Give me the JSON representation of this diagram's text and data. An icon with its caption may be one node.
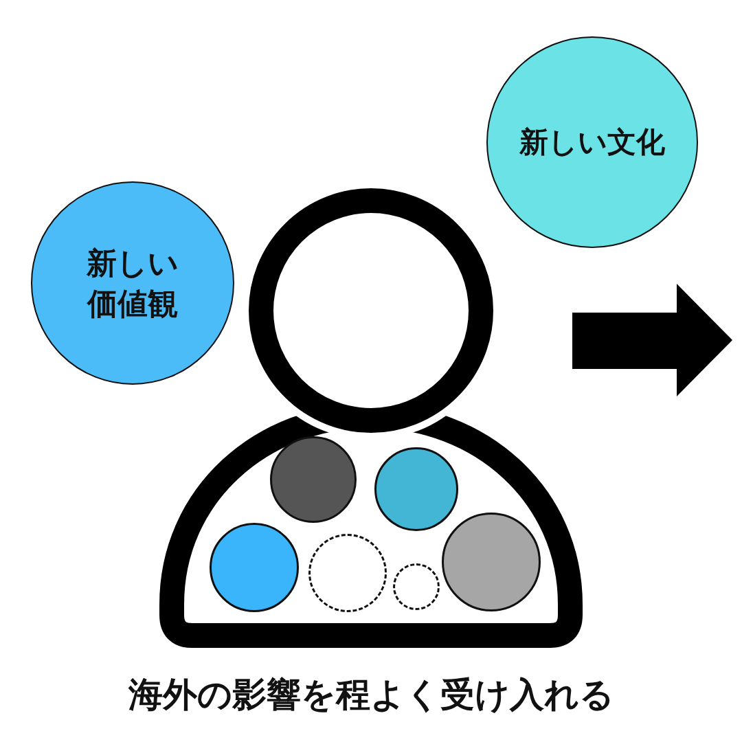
{
  "diagram": {
    "caption": "海外の影響を程よく受け入れる",
    "nodes": [
      {
        "text": [
          "新しい価値観"
        ]
      },
      {
        "text": [
          "新しい文化"
        ]
      },
      {
        "text": [],
        "shape": "person"
      },
      {
        "text": [],
        "shape": "circle",
        "in": 2
      },
      {
        "text": [],
        "shape": "circle",
        "in": 2
      },
      {
        "text": [],
        "shape": "circle",
        "in": 2
      },
      {
        "text": [],
        "shape": "circle",
        "in": 2
      },
      {
        "text": [],
        "shape": "circle",
        "in": 2
      },
      {
        "text": [],
        "shape": "circle",
        "in": 2
      }
    ],
    "edges": []
  }
}
